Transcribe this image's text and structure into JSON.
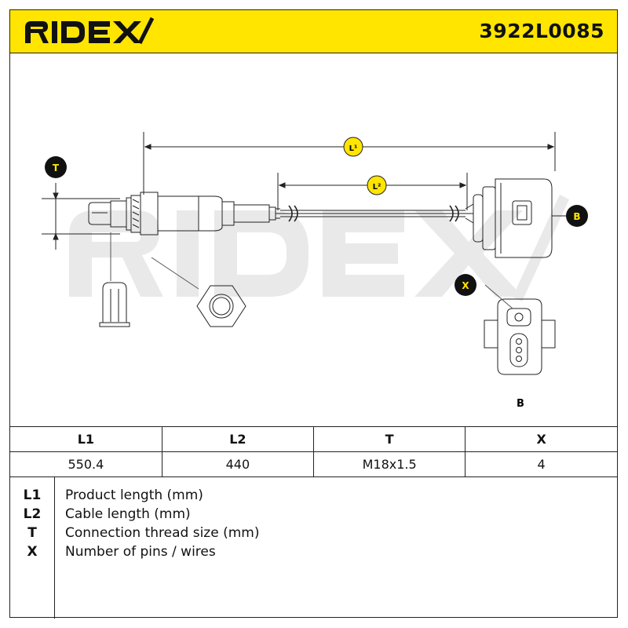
{
  "header": {
    "brand": "RIDEX",
    "part_number": "3922L0085",
    "accent_color": "#ffe500"
  },
  "drawing": {
    "dimension_labels": {
      "l1": "L1",
      "l2": "L2",
      "t": "T",
      "b": "B",
      "x": "X"
    },
    "connector_caption": "B",
    "watermark": "RIDEX"
  },
  "specs": {
    "headers": [
      "L1",
      "L2",
      "T",
      "X"
    ],
    "values": [
      "550.4",
      "440",
      "M18x1.5",
      "4"
    ]
  },
  "legend": {
    "items": [
      {
        "key": "L1",
        "text": "Product length (mm)"
      },
      {
        "key": "L2",
        "text": "Cable length (mm)"
      },
      {
        "key": "T",
        "text": "Connection thread size (mm)"
      },
      {
        "key": "X",
        "text": "Number of pins / wires"
      }
    ]
  }
}
